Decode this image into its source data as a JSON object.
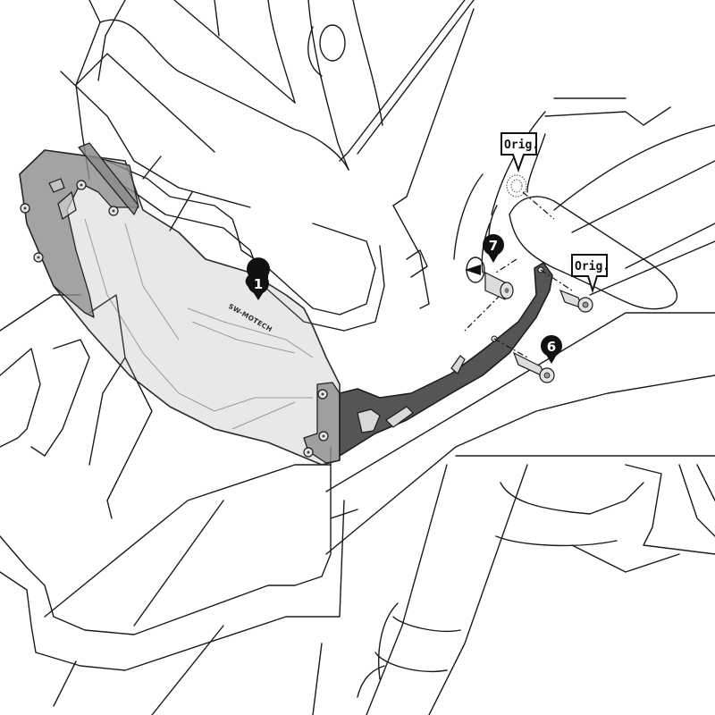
{
  "diagram": {
    "type": "exploded assembly illustration",
    "subject": "Motorcycle headlight guard mounting",
    "colors": {
      "line": "#1a1a1a",
      "lens_fill": "#d9d9d9",
      "bracket_fill": "#555555",
      "callout_fill": "#111111",
      "background": "#ffffff"
    },
    "callouts": [
      {
        "id": "1",
        "label": "1",
        "part": "headlight-guard-lens"
      },
      {
        "id": "7",
        "label": "7",
        "part": "spacer-sleeve"
      },
      {
        "id": "6",
        "label": "6",
        "part": "mounting-bolt"
      }
    ],
    "orig_tags": [
      {
        "label": "Orig.",
        "part": "original-mount-point"
      },
      {
        "label": "Orig.",
        "part": "original-bolt"
      }
    ],
    "brand_mark": "SW-MOTECH"
  }
}
